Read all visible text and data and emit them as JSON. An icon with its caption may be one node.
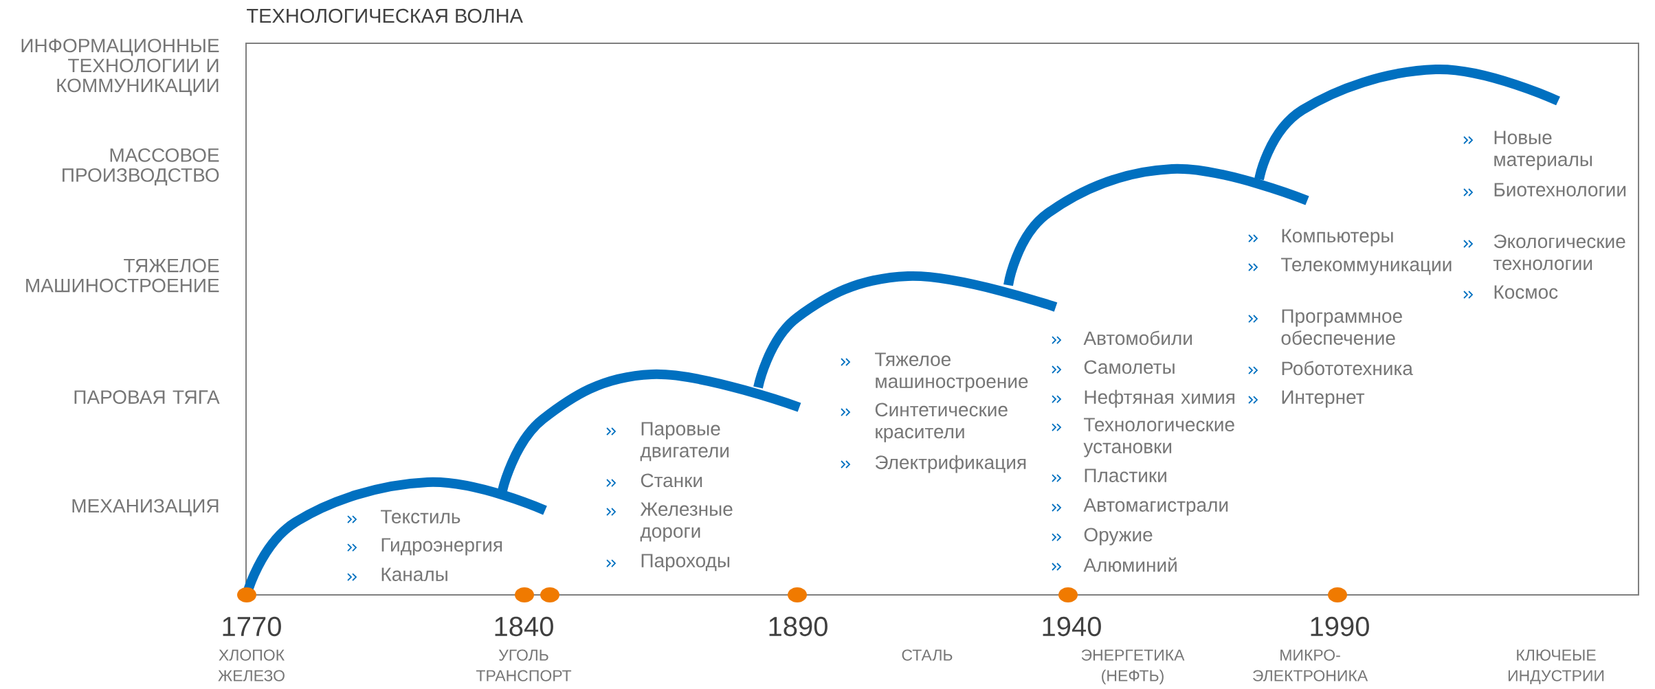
{
  "diagram": {
    "title": "ТЕХНОЛОГИЧЕСКАЯ ВОЛНА",
    "labels": [
      "ИНФОРМАЦИОННЫЕ ТЕХНОЛОГИИ И КОММУНИКАЦИИ",
      "МАССОВОЕ ПРОИЗВОДСТВО",
      "ТЯЖЕЛОЕ МАШИНОСТРОЕНИЕ",
      "ПАРОВАЯ ТЯГА",
      "МЕХАНИЗАЦИЯ",
      "Новые материалы",
      "Биотехнологии",
      "Экологические технологии",
      "Космос",
      "Компьютеры",
      "Телекоммуникации",
      "Программное обеспечение",
      "Робототехника",
      "Интернет",
      "Автомобили",
      "Самолеты",
      "Нефтяная химия",
      "Технологические установки",
      "Пластики",
      "Автомагистрали",
      "Оружие",
      "Алюминий",
      "Тяжелое машиностроение",
      "Синтетические красители",
      "Электрификация",
      "Паровые двигатели",
      "Станки",
      "Железные дороги",
      "Пароходы",
      "Текстиль",
      "Гидроэнергия",
      "Каналы",
      "1770",
      "1840",
      "1890",
      "1940",
      "1990",
      "ХЛОПОК ЖЕЛЕЗО",
      "УГОЛЬ ТРАНСПОРТ",
      "СТАЛЬ",
      "ЭНЕРГЕТИКА (НЕФТЬ)",
      "МИКРО-ЭЛЕКТРОНИКА",
      "КЛЮЧЕЫЕ ИНДУСТРИИ"
    ]
  }
}
